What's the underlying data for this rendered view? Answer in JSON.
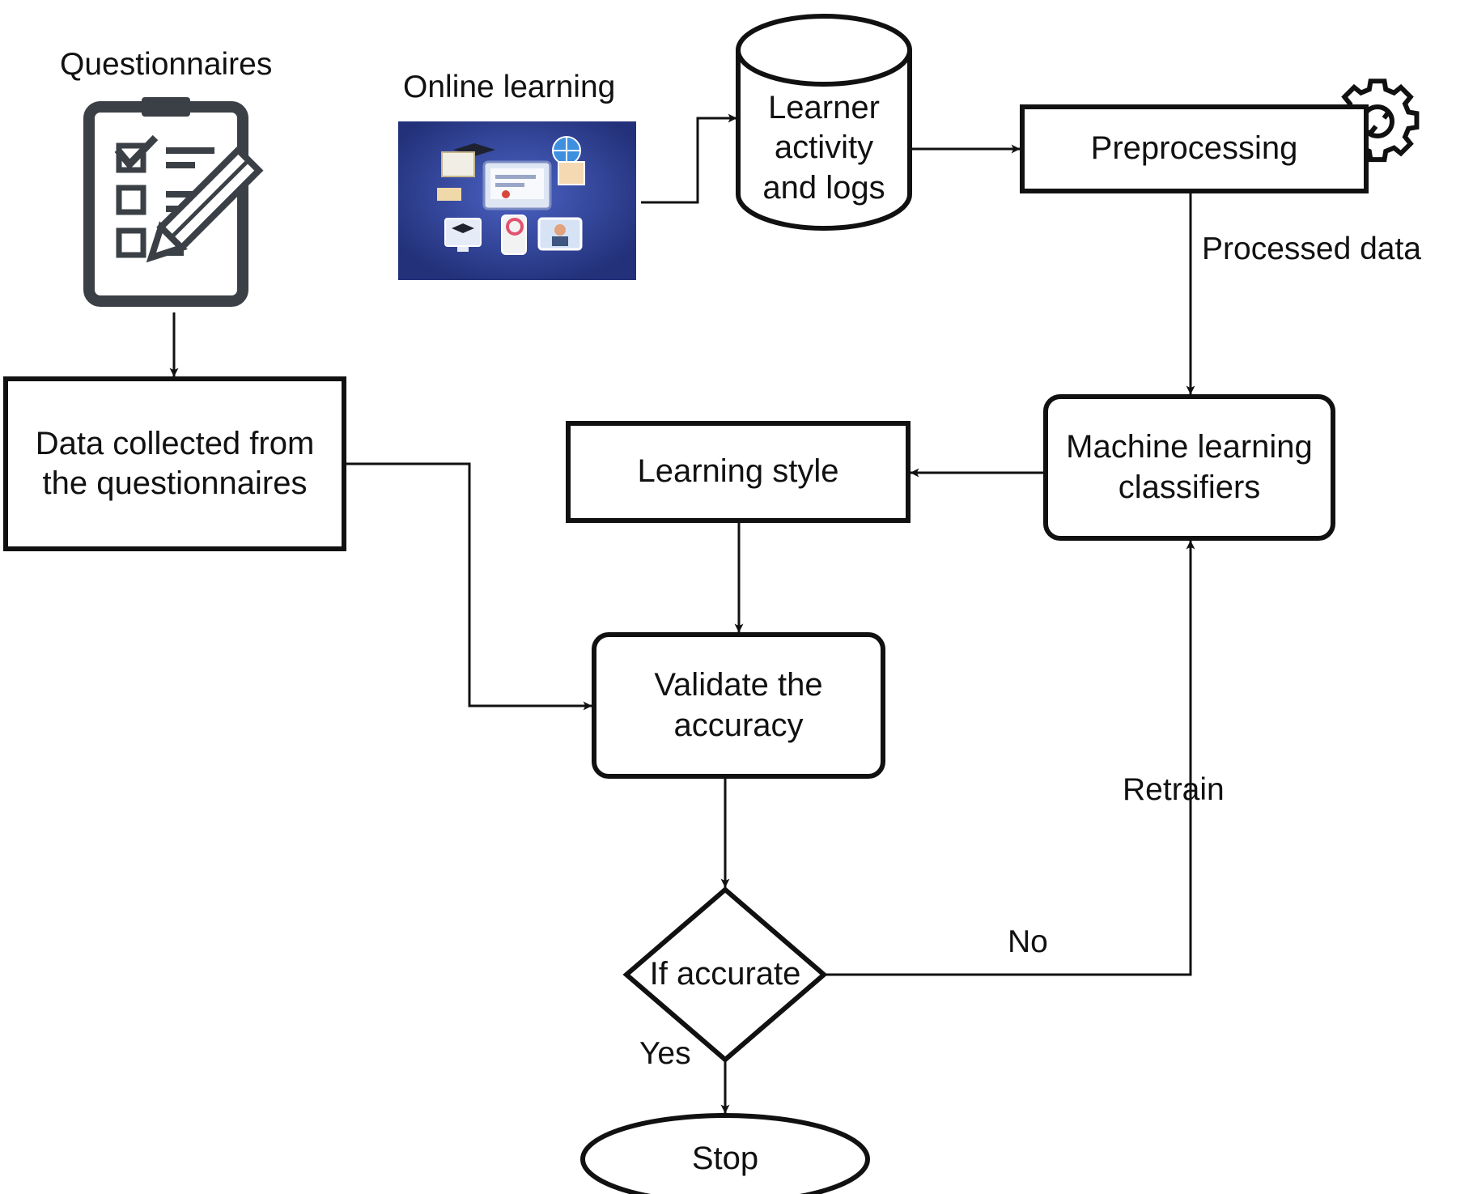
{
  "labels": {
    "questionnaires": "Questionnaires",
    "online_learning": "Online learning",
    "learner_logs": [
      "Learner",
      "activity",
      "and logs"
    ],
    "preprocessing": "Preprocessing",
    "processed_data": "Processed data",
    "data_collected": [
      "Data collected from",
      "the questionnaires"
    ],
    "ml_classifiers": [
      "Machine learning",
      "classifiers"
    ],
    "learning_style": "Learning style",
    "validate": [
      "Validate the",
      "accuracy"
    ],
    "retrain": "Retrain",
    "no": "No",
    "if_accurate": "If accurate",
    "yes": "Yes",
    "stop": "Stop"
  },
  "colors": {
    "stroke": "#111111",
    "clipboard": "#3b4046",
    "panel_bg": "#2b3c8f",
    "panel_glow": "#4b63c4"
  },
  "icons": {
    "questionnaire": "clipboard-checklist-icon",
    "online": "online-learning-illustration",
    "settings": "gear-icon"
  }
}
